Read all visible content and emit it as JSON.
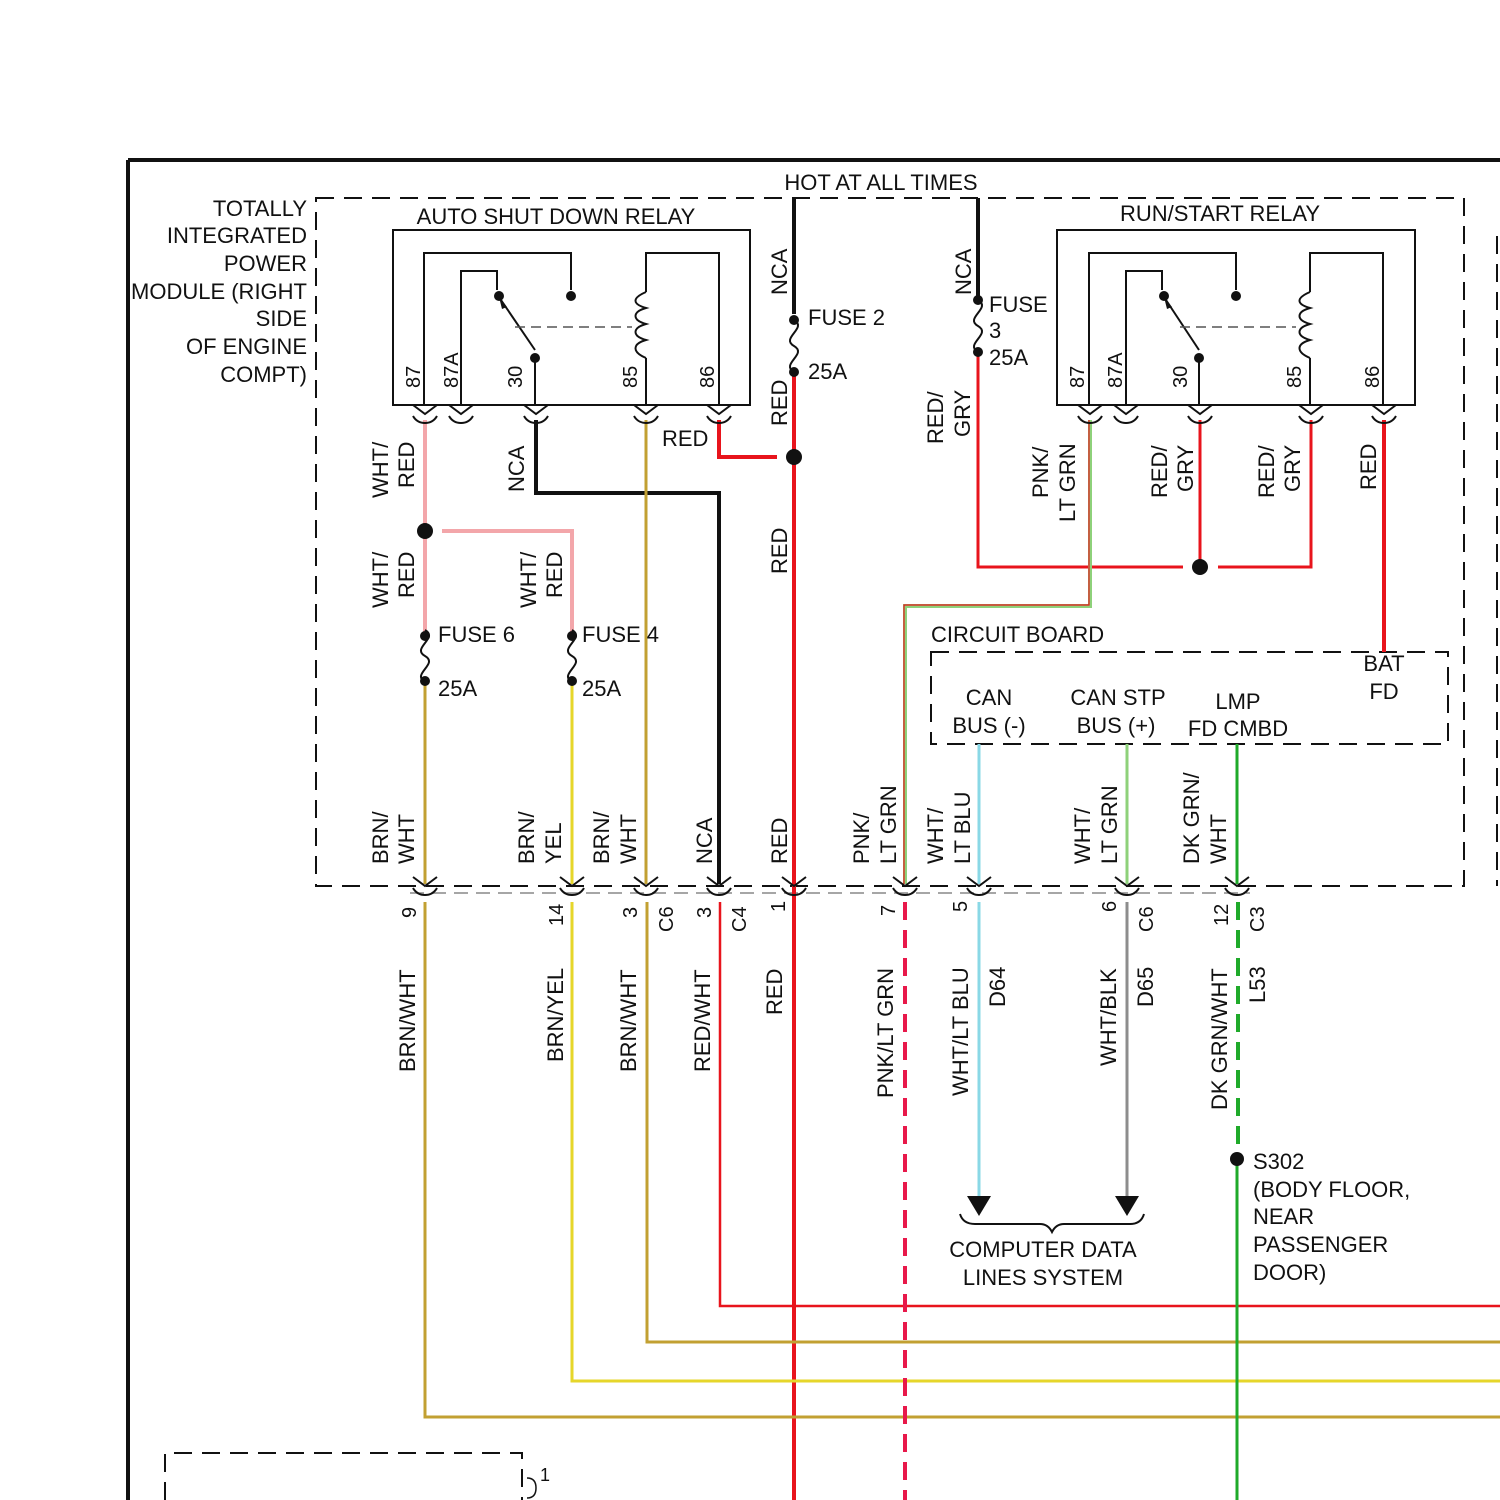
{
  "colors": {
    "black": "#111111",
    "red": "#e8141c",
    "pink": "#f3a6aa",
    "tan": "#c2a032",
    "yellow": "#e6d62a",
    "lt_green": "#8ed17a",
    "lt_blue": "#8ad8e6",
    "gray": "#8d8d8d",
    "dk_green": "#1faa2a",
    "pink_dash": "#e8184a"
  },
  "header": {
    "hot_at_all_times": "HOT AT ALL TIMES"
  },
  "module": {
    "name_lines": [
      "TOTALLY",
      "INTEGRATED",
      "POWER",
      "MODULE (RIGHT",
      "SIDE",
      "OF ENGINE",
      "COMPT)"
    ]
  },
  "asd_relay": {
    "title": "AUTO SHUT DOWN RELAY",
    "pins": [
      "87",
      "87A",
      "30",
      "85",
      "86"
    ]
  },
  "run_start_relay": {
    "title": "RUN/START RELAY",
    "pins": [
      "87",
      "87A",
      "30",
      "85",
      "86"
    ]
  },
  "fuses": {
    "f2": {
      "name": "FUSE 2",
      "rating": "25A"
    },
    "f3": {
      "name_a": "FUSE",
      "name_b": "3",
      "rating": "25A"
    },
    "f6": {
      "name": "FUSE 6",
      "rating": "25A"
    },
    "f4": {
      "name": "FUSE 4",
      "rating": "25A"
    }
  },
  "internal_wire_labels": {
    "nca_fuse2": "NCA",
    "nca_fuse3": "NCA",
    "red_fuse2": "RED",
    "red_gry_fuse3": [
      "RED/",
      "GRY"
    ],
    "wht_red_87_top": [
      "WHT/",
      "RED"
    ],
    "nca_30": "NCA",
    "red_86": "RED",
    "wht_red_87_mid": [
      "WHT/",
      "RED"
    ],
    "wht_red_fuse4": [
      "WHT/",
      "RED"
    ],
    "red_main": "RED",
    "pnk_ltgrn_87": [
      "PNK/",
      "LT GRN"
    ],
    "red_gry_30": [
      "RED/",
      "GRY"
    ],
    "red_gry_85": [
      "RED/",
      "GRY"
    ],
    "red_86_rs": "RED"
  },
  "circuit_board": {
    "title": "CIRCUIT BOARD",
    "can_minus": [
      "CAN",
      "BUS (-)"
    ],
    "can_plus": [
      "CAN STP",
      "BUS (+)"
    ],
    "lmp": [
      "LMP",
      "FD CMBD"
    ],
    "bat": [
      "BAT",
      "FD"
    ]
  },
  "bottom_wire_labels": {
    "brn_wht_9": [
      "BRN/",
      "WHT"
    ],
    "brn_yel_14": [
      "BRN/",
      "YEL"
    ],
    "brn_wht_3": [
      "BRN/",
      "WHT"
    ],
    "nca_3": "NCA",
    "red_1": "RED",
    "pnk_ltgrn_7": [
      "PNK/",
      "LT GRN"
    ],
    "wht_ltblu_5": [
      "WHT/",
      "LT BLU"
    ],
    "wht_ltgrn_6": [
      "WHT/",
      "LT GRN"
    ],
    "dkgrn_wht_12": [
      "DK GRN/",
      "WHT"
    ]
  },
  "connector_pins": {
    "p9": "9",
    "p14": "14",
    "p3a": "3",
    "c6a": "C6",
    "p3b": "3",
    "c4": "C4",
    "p1": "1",
    "p7": "7",
    "p5": "5",
    "p6": "6",
    "c6b": "C6",
    "p12": "12",
    "c3": "C3"
  },
  "circuits": {
    "brn_wht_a": "BRN/WHT",
    "brn_yel": "BRN/YEL",
    "brn_wht_b": "BRN/WHT",
    "red_wht": "RED/WHT",
    "red": "RED",
    "pnk_lt_grn": "PNK/LT GRN",
    "wht_lt_blu": "WHT/LT BLU",
    "d64": "D64",
    "wht_blk": "WHT/BLK",
    "d65": "D65",
    "dk_grn_wht": "DK GRN/WHT",
    "l53": "L53"
  },
  "computer_data_lines": [
    "COMPUTER DATA",
    "LINES SYSTEM"
  ],
  "splice": {
    "name": "S302",
    "location": [
      "(BODY FLOOR,",
      "NEAR",
      "PASSENGER",
      "DOOR)"
    ]
  },
  "bottom_box_label": "1"
}
